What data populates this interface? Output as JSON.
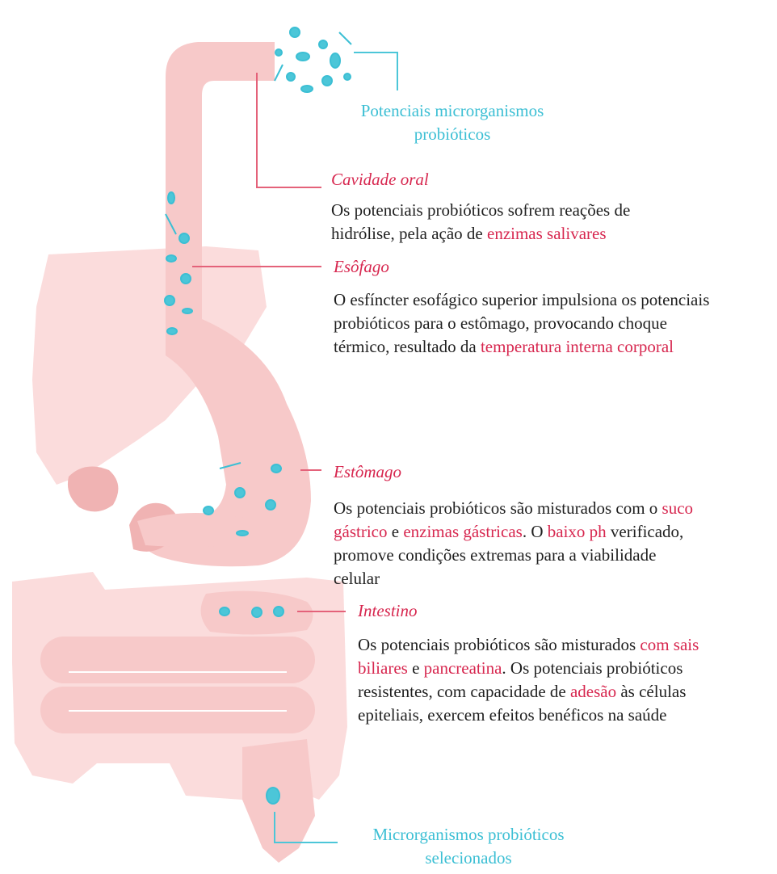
{
  "colors": {
    "organ_fill": "#f7c9c9",
    "organ_fill_light": "#fbdcdc",
    "organ_fill_dark": "#f0b3b3",
    "accent_red": "#d7274f",
    "accent_cyan": "#3cbfd4",
    "connector_red": "#e4627a",
    "connector_cyan": "#4cc6d8",
    "text": "#1f1f1f"
  },
  "icons": [
    "microorganism-cluster-icon",
    "bacteria-icon"
  ],
  "probiotics_label": {
    "line1": "Potenciais microrganismos",
    "line2": "probióticos"
  },
  "selected_label": {
    "line1": "Microrganismos probióticos",
    "line2": "selecionados"
  },
  "stages": {
    "oral": {
      "title": "Cavidade oral",
      "line1": "Os potenciais probióticos sofrem reações de",
      "line2_pre": "hidrólise, pela ação de ",
      "line2_hl": "enzimas salivares"
    },
    "esophagus": {
      "title": "Esôfago",
      "line1": "O esfíncter esofágico superior impulsiona os potenciais",
      "line2": "probióticos para o estômago, provocando choque",
      "line3_pre": "térmico, resultado da ",
      "line3_hl": "temperatura interna corporal"
    },
    "stomach": {
      "title": "Estômago",
      "line1_pre": "Os potenciais probióticos são misturados com o ",
      "line1_hl": "suco",
      "line2_hl1": "gástrico",
      "line2_mid1": " e ",
      "line2_hl2": "enzimas gástricas",
      "line2_mid2": ". O ",
      "line2_hl3": "baixo ph",
      "line2_post": " verificado,",
      "line3": "promove condições extremas para a viabilidade",
      "line4": "celular"
    },
    "intestine": {
      "title": "Intestino",
      "line1_pre": "Os potenciais probióticos são misturados ",
      "line1_hl": "com sais",
      "line2_hl1": "biliares",
      "line2_mid": " e ",
      "line2_hl2": "pancreatina",
      "line2_post": ". Os potenciais probióticos",
      "line3_pre": "resistentes, com capacidade de ",
      "line3_hl": "adesão",
      "line3_post": " às células",
      "line4": "epiteliais, exercem efeitos benéficos na saúde"
    }
  }
}
